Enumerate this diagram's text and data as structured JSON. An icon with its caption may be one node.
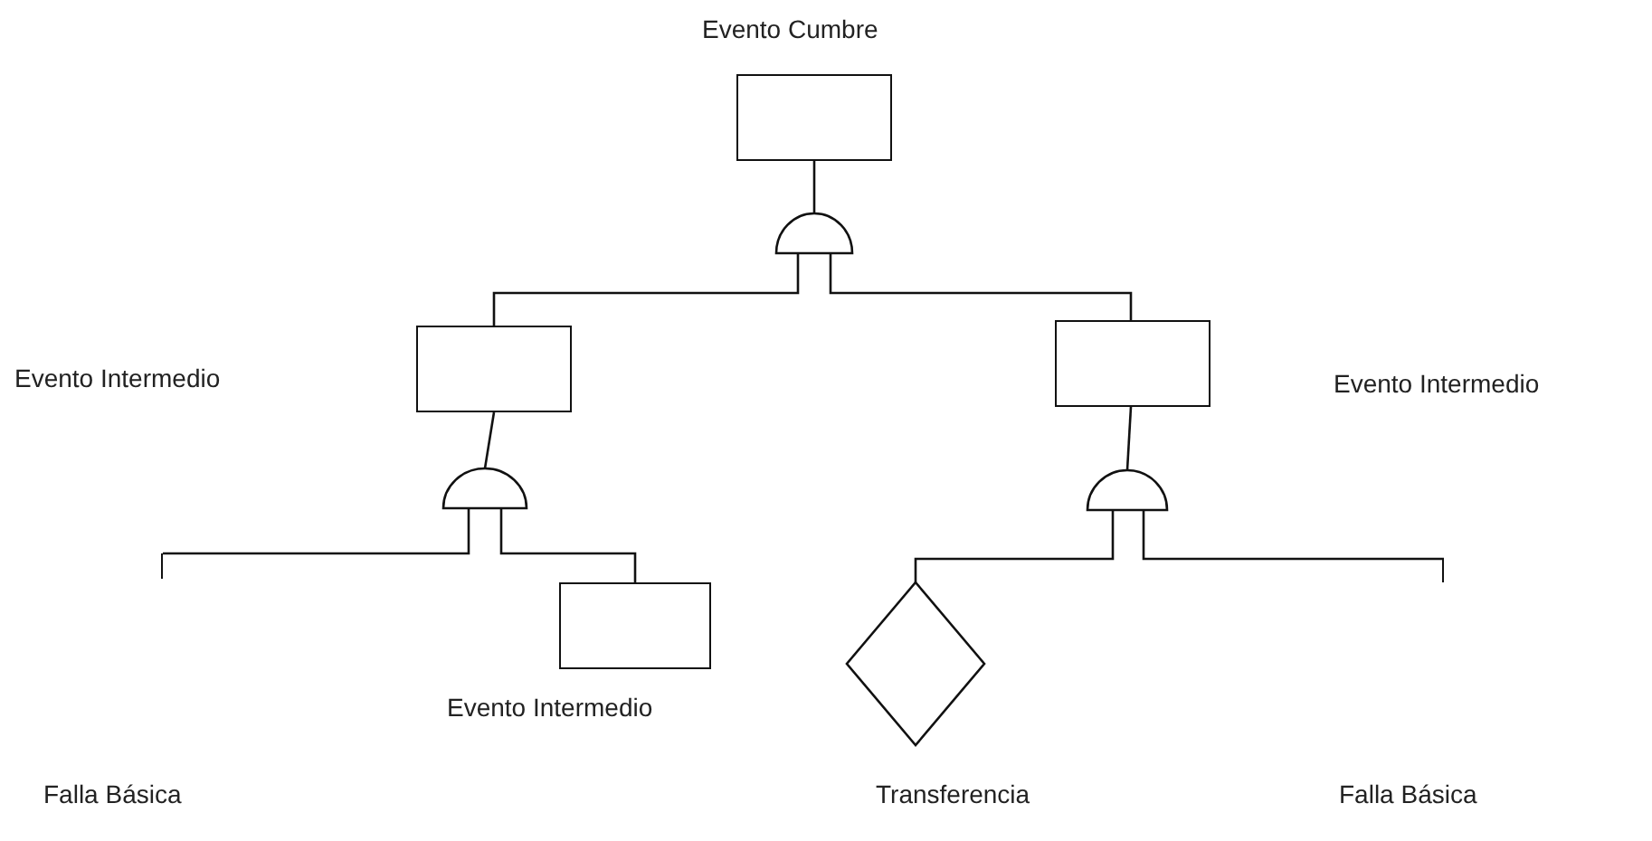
{
  "diagram": {
    "nodes": [
      {
        "text": [
          "Evento Cumbre"
        ]
      },
      {
        "text": [],
        "shape": "gate"
      },
      {
        "text": [],
        "shape": "box"
      },
      {
        "text": [],
        "shape": "box"
      },
      {
        "text": [],
        "shape": "gate"
      },
      {
        "text": [],
        "shape": "gate"
      },
      {
        "text": [],
        "shape": "bar",
        "beside": [
          "Falla Básica"
        ]
      },
      {
        "text": [
          "Evento Intermedio"
        ]
      },
      {
        "text": [
          "Transferencia"
        ]
      },
      {
        "text": [],
        "shape": "bar",
        "beside": [
          "Falla Básica"
        ]
      }
    ],
    "edges": [
      {
        "from": 0,
        "to": 1,
        "arrow": "none"
      },
      {
        "from": 1,
        "to": 2,
        "arrow": "none"
      },
      {
        "from": 1,
        "to": 3,
        "arrow": "none"
      },
      {
        "from": 2,
        "to": 4,
        "arrow": "none"
      },
      {
        "from": 3,
        "to": 5,
        "arrow": "none"
      },
      {
        "from": 4,
        "to": 6,
        "arrow": "none"
      },
      {
        "from": 4,
        "to": 7,
        "arrow": "none"
      },
      {
        "from": 5,
        "to": 8,
        "arrow": "none"
      },
      {
        "from": 5,
        "to": 9,
        "arrow": "none"
      }
    ],
    "labels": [
      "Evento Intermedio",
      "Evento Intermedio"
    ]
  }
}
